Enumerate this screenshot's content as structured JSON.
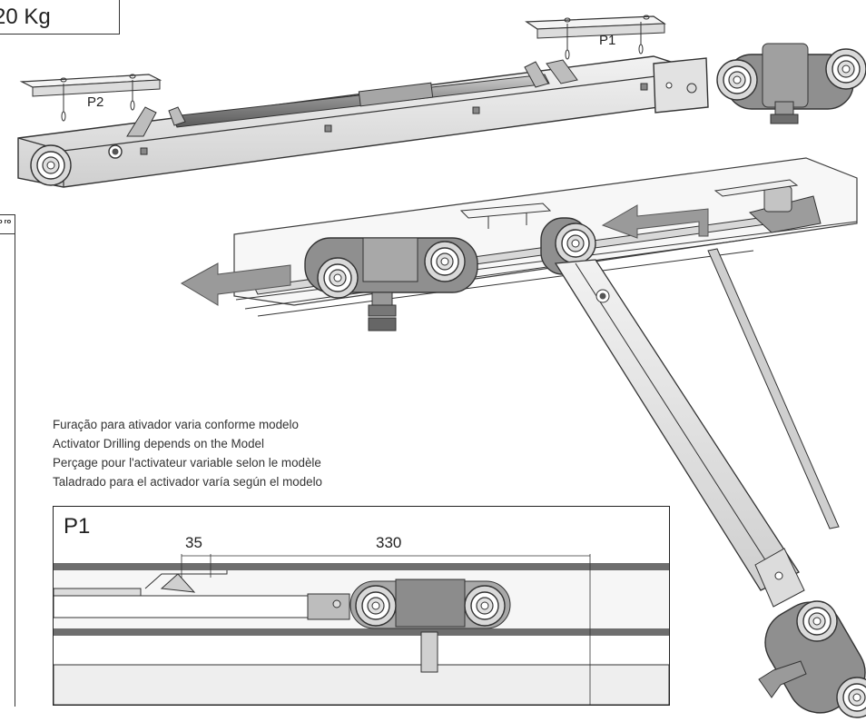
{
  "weight_label": "20 Kg",
  "labels": {
    "p1": "P1",
    "p2": "P2"
  },
  "side_tag": "o\nro",
  "notes": [
    "Furação para ativador varia conforme  modelo",
    "Activator Drilling depends on the Model",
    "Perçage pour l'activateur variable selon le modèle",
    "Taladrado para el activador varía según el modelo"
  ],
  "detail": {
    "title": "P1",
    "dim_short": "35",
    "dim_long": "330"
  },
  "colors": {
    "line": "#333333",
    "metal_light": "#e6e6e6",
    "metal_mid": "#b8b8b8",
    "metal_dark": "#7a7a7a",
    "arrow": "#9a9a9a"
  }
}
